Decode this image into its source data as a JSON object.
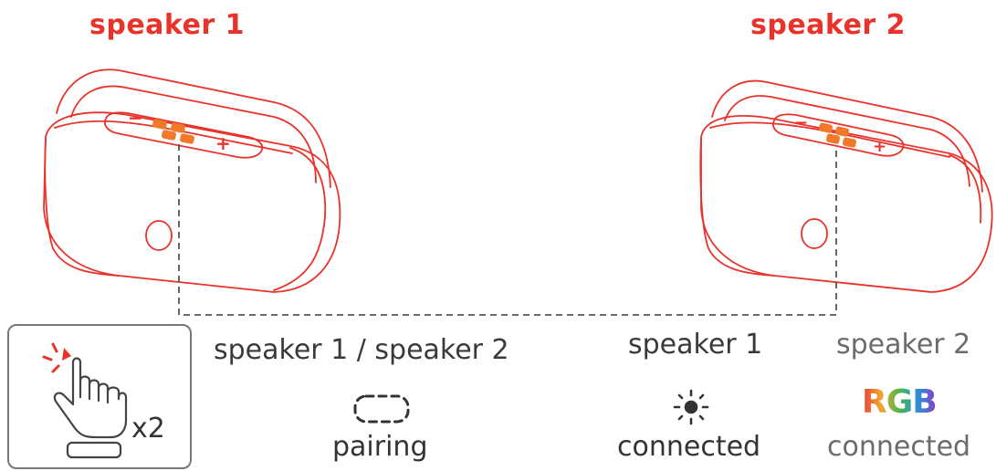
{
  "speakers": {
    "left_title": "speaker 1",
    "right_title": "speaker 2"
  },
  "controls": {
    "minus_symbol": "−",
    "plus_symbol": "+"
  },
  "gesture": {
    "icon": "double-tap-hand-icon",
    "count_label": "x2"
  },
  "status": {
    "both_label": "speaker 1 / speaker 2",
    "pairing_icon": "dashed-rounded-rect-icon",
    "pairing_label": "pairing",
    "speaker1_label": "speaker 1",
    "speaker1_icon": "sun-light-icon",
    "speaker1_state": "connected",
    "speaker2_label": "speaker 2",
    "speaker2_rgb": "RGB",
    "speaker2_state": "connected"
  },
  "colors": {
    "accent_red": "#e8322a",
    "line_art": "#e8322a",
    "button_orange": "#f0792a"
  }
}
